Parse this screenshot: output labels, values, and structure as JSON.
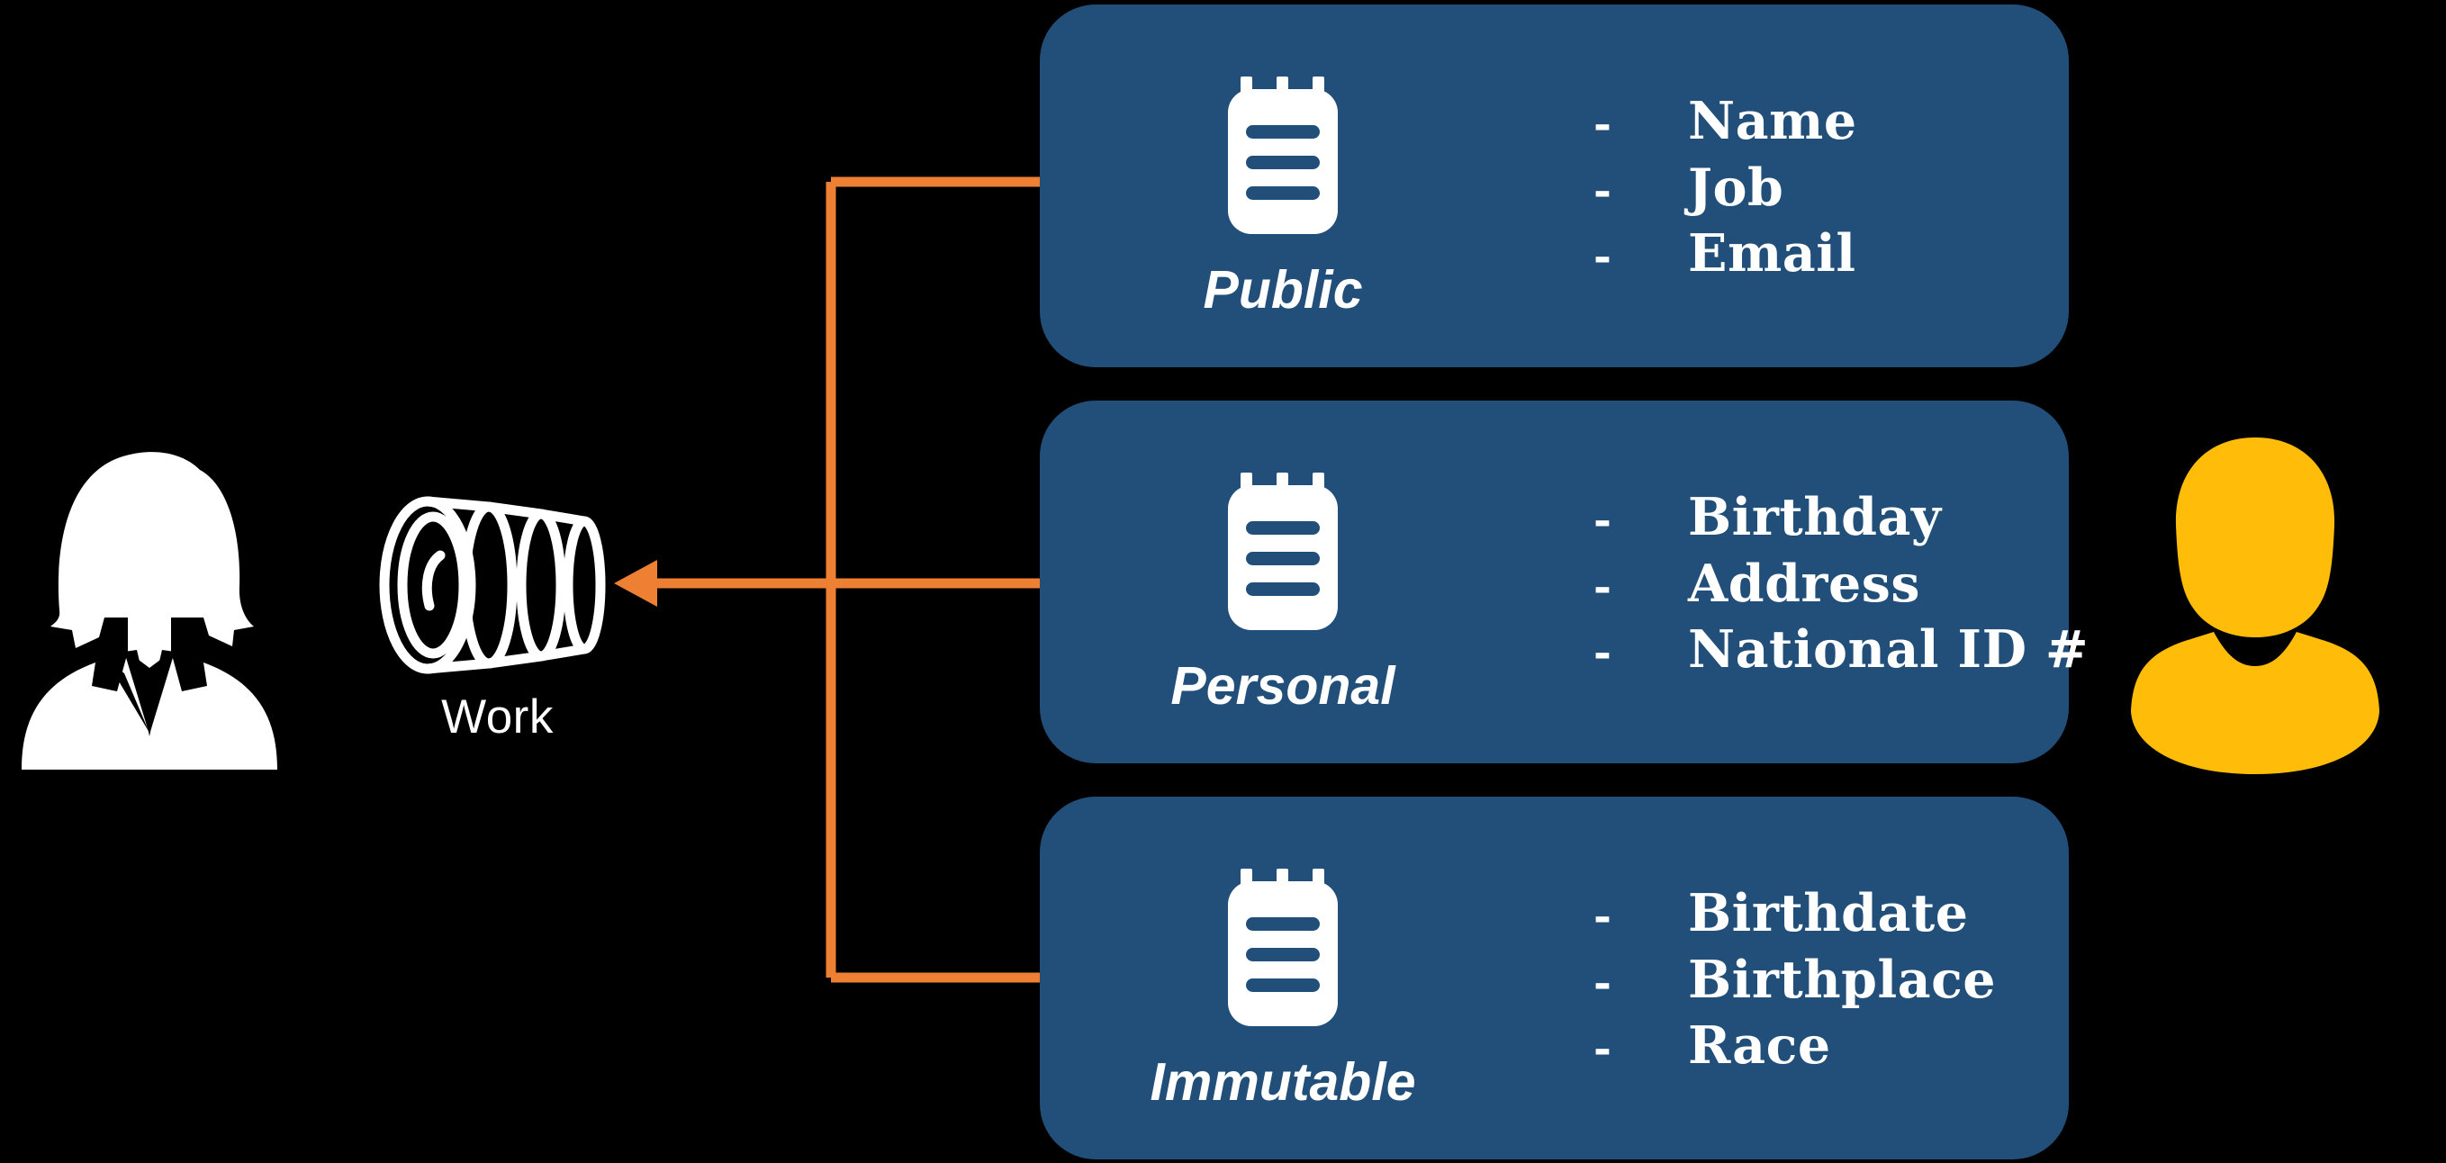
{
  "colors": {
    "background": "#000000",
    "card_blue": "#224F79",
    "connector_orange": "#ED8033",
    "actor_left_fill": "#FFFFFF",
    "actor_right_fill": "#FFBC09",
    "text_white": "#FFFFFF"
  },
  "left_actor": {
    "icon": "businesswoman-silhouette-icon"
  },
  "lens": {
    "icon": "camera-lens-icon",
    "caption": "Work"
  },
  "right_actor": {
    "icon": "user-person-icon"
  },
  "connector": {
    "icon": "branching-arrow-connector",
    "direction": "right-to-left",
    "arrowhead": "left-arrowhead"
  },
  "cards": [
    {
      "id": "public",
      "label": "Public",
      "icon": "notepad-icon",
      "bullet": "-",
      "items": [
        "Name",
        "Job",
        "Email"
      ]
    },
    {
      "id": "personal",
      "label": "Personal",
      "icon": "notepad-icon",
      "bullet": "-",
      "items": [
        "Birthday",
        "Address",
        "National ID #"
      ]
    },
    {
      "id": "immutable",
      "label": "Immutable",
      "icon": "notepad-icon",
      "bullet": "-",
      "items": [
        "Birthdate",
        "Birthplace",
        "Race"
      ]
    }
  ]
}
